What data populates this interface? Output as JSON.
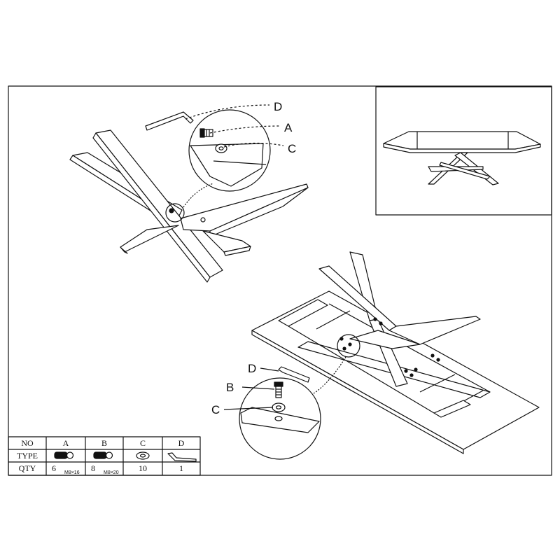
{
  "callouts": {
    "top_d": "D",
    "top_a": "A",
    "top_c": "C",
    "bottom_d": "D",
    "bottom_b": "B",
    "bottom_c": "C"
  },
  "parts_table": {
    "row_labels": [
      "NO",
      "TYPE",
      "QTY"
    ],
    "parts": [
      {
        "no": "A",
        "qty": "6",
        "spec": "M8×16",
        "icon": "bolt-icon"
      },
      {
        "no": "B",
        "qty": "8",
        "spec": "M8×20",
        "icon": "bolt-icon"
      },
      {
        "no": "C",
        "qty": "10",
        "spec": "",
        "icon": "washer-icon"
      },
      {
        "no": "D",
        "qty": "1",
        "spec": "",
        "icon": "allen-key-icon"
      }
    ]
  },
  "colors": {
    "ink": "#111111",
    "paper": "#ffffff"
  }
}
